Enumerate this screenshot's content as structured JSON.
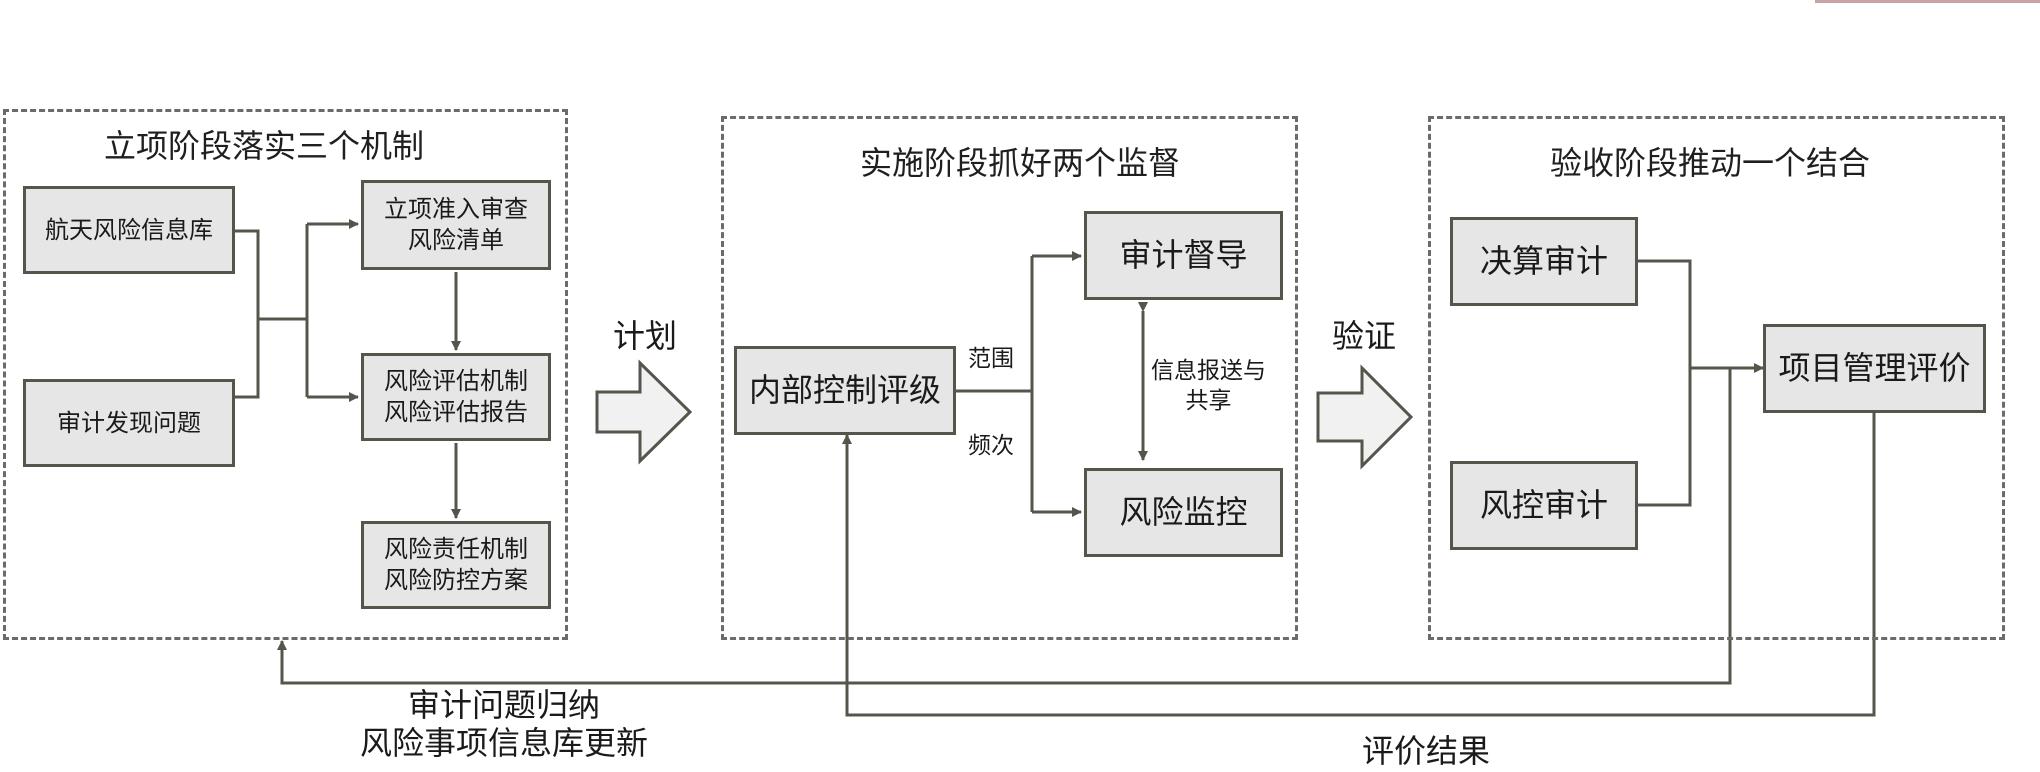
{
  "stages": {
    "setup": {
      "title": "立项阶段落实三个机制",
      "boxes": {
        "risk_db": "航天风险信息库",
        "audit_issues": "审计发现问题",
        "admission": [
          "立项准入审查",
          "风险清单"
        ],
        "assessment": [
          "风险评估机制",
          "风险评估报告"
        ],
        "responsibility": [
          "风险责任机制",
          "风险防控方案"
        ]
      }
    },
    "implementation": {
      "title": "实施阶段抓好两个监督",
      "boxes": {
        "internal_control": "内部控制评级",
        "audit_supervision": "审计督导",
        "risk_monitoring": "风险监控"
      },
      "labels": {
        "scope": "范围",
        "frequency": "频次",
        "info_sharing": [
          "信息报送与",
          "共享"
        ]
      }
    },
    "acceptance": {
      "title": "验收阶段推动一个结合",
      "boxes": {
        "final_audit": "决算审计",
        "risk_control_audit": "风控审计",
        "project_evaluation": "项目管理评价"
      }
    }
  },
  "connectors": {
    "plan": "计划",
    "verify": "验证"
  },
  "feedback": {
    "audit_issue_summary": [
      "审计问题归纳",
      "风险事项信息库更新"
    ],
    "evaluation_result": "评价结果"
  },
  "colors": {
    "line": "#55554c",
    "box_fill": "#e6e6e6",
    "dash_border": "#6b6b6b"
  }
}
